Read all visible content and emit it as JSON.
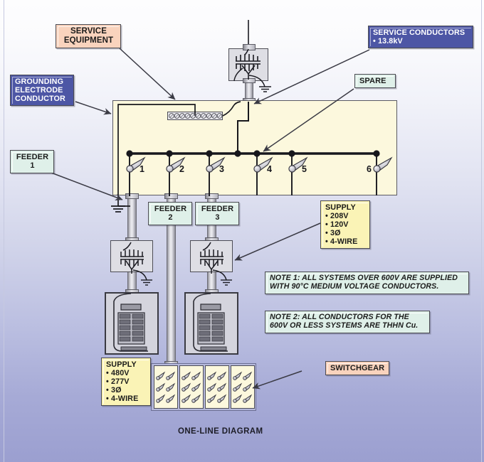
{
  "diagram": {
    "title": "ONE-LINE DIAGRAM",
    "type": "electrical-one-line"
  },
  "callouts": {
    "service_equipment": {
      "label": "SERVICE\nEQUIPMENT",
      "line1": "SERVICE",
      "line2": "EQUIPMENT",
      "color": "#f9d3bd"
    },
    "grounding_electrode_conductor": {
      "line1": "GROUNDING",
      "line2": "ELECTRODE",
      "line3": "CONDUCTOR",
      "color": "#4d56a5"
    },
    "feeder_1": {
      "line1": "FEEDER",
      "line2": "1",
      "color": "#dff0e9"
    },
    "feeder_2": {
      "line1": "FEEDER",
      "line2": "2",
      "color": "#dff0e9"
    },
    "feeder_3": {
      "line1": "FEEDER",
      "line2": "3",
      "color": "#dff0e9"
    },
    "service_conductors": {
      "title": "SERVICE CONDUCTORS",
      "items": [
        "13.8kV"
      ],
      "color": "#4d56a5"
    },
    "spare": {
      "label": "SPARE",
      "color": "#dff0e9"
    },
    "switchgear": {
      "label": "SWITCHGEAR",
      "color": "#f9d3bd"
    },
    "supply_208": {
      "title": "SUPPLY",
      "items": [
        "208V",
        "120V",
        "3Ø",
        "4-WIRE"
      ],
      "color": "#faf3b6"
    },
    "supply_480": {
      "title": "SUPPLY",
      "items": [
        "480V",
        "277V",
        "3Ø",
        "4-WIRE"
      ],
      "color": "#faf3b6"
    }
  },
  "notes": {
    "note1_line1": "NOTE 1: ALL SYSTEMS OVER 600V ARE SUPPLIED",
    "note1_line2": "WITH 90°C MEDIUM VOLTAGE CONDUCTORS.",
    "note2_line1": "NOTE 2: ALL CONDUCTORS FOR THE",
    "note2_line2": "600V OR LESS SYSTEMS ARE THHN Cu."
  },
  "switchboard": {
    "breakers": [
      {
        "number": "1"
      },
      {
        "number": "2"
      },
      {
        "number": "3"
      },
      {
        "number": "4"
      },
      {
        "number": "5"
      },
      {
        "number": "6"
      }
    ]
  },
  "colors": {
    "background_top": "#fdfdfe",
    "background_bottom": "#9b9fd0",
    "switchboard_fill": "#fcf8dd",
    "transformer_fill": "#dedee4",
    "panelboard_fill": "#d4d4dd",
    "wire": "#17171c",
    "leader": "#3a3a44"
  }
}
